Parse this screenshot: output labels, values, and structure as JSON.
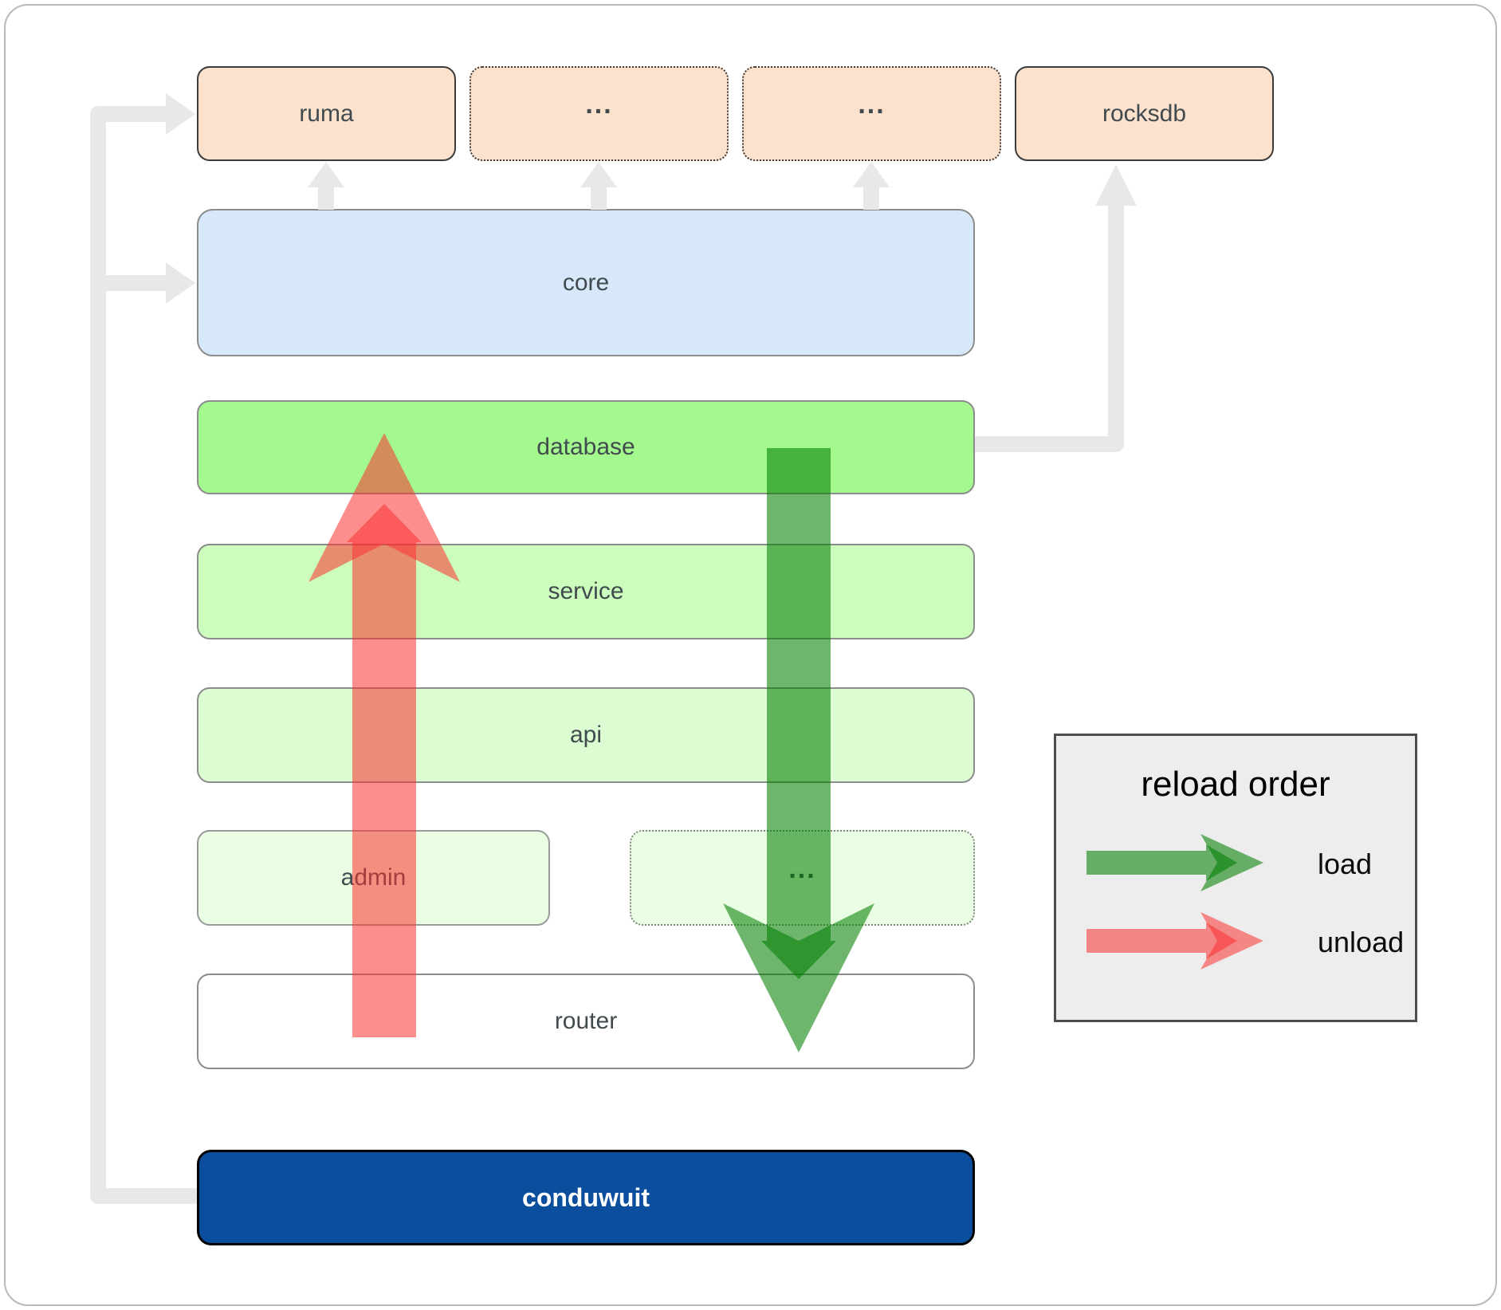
{
  "boxes": {
    "ruma": "ruma",
    "ellipsis1": "...",
    "ellipsis2": "...",
    "rocksdb": "rocksdb",
    "core": "core",
    "database": "database",
    "service": "service",
    "api": "api",
    "admin": "admin",
    "ellipsis3": "...",
    "router": "router",
    "conduwuit": "conduwuit"
  },
  "legend": {
    "title": "reload order",
    "load_label": "load",
    "unload_label": "unload"
  },
  "colors": {
    "load_arrow": "#007c00",
    "unload_arrow": "#fb3232",
    "connector_gray": "#e8e8e8",
    "crate_fill_peach": "#fce1cd",
    "core_fill": "#d7e8fa",
    "database_fill": "#a3f98e",
    "service_fill": "#cdfdbc",
    "api_fill": "#dcfdd1",
    "admin_fill": "#e9fee3",
    "router_fill": "#ffffff",
    "conduwuit_fill": "#0b4e9e",
    "legend_fill": "#ededed"
  }
}
